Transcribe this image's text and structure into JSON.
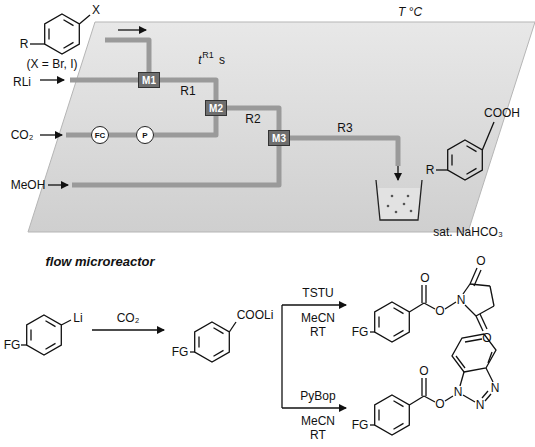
{
  "diagram": {
    "nodes": [
      {
        "text": [
          "M1"
        ]
      },
      {
        "text": [
          "M2"
        ]
      },
      {
        "text": [
          "M3"
        ]
      },
      {
        "text": [
          "FC"
        ]
      },
      {
        "text": [
          "P"
        ]
      }
    ],
    "edges": [
      {
        "from": 0,
        "to": 1,
        "label": "R1",
        "arrow": "none"
      },
      {
        "from": 1,
        "to": 2,
        "label": "R2",
        "arrow": "none"
      },
      {
        "from": 3,
        "to": 4,
        "arrow": "none"
      },
      {
        "from": 4,
        "to": 1,
        "arrow": "none"
      }
    ],
    "labels": [
      "R",
      "X",
      "(X = Br, I)",
      "RLi",
      "CO₂",
      "MeOH",
      "T °C",
      "t",
      "R1",
      "s",
      "R3",
      "R",
      "COOH",
      "sat. NaHCO₃",
      "flow microreactor",
      "FG",
      "Li",
      "CO₂",
      "FG",
      "COOLi",
      "TSTU",
      "MeCN",
      "RT",
      "PyBop",
      "MeCN",
      "RT",
      "FG",
      "O",
      "O",
      "N",
      "O",
      "O",
      "FG",
      "O",
      "O",
      "N",
      "N",
      "N"
    ]
  }
}
